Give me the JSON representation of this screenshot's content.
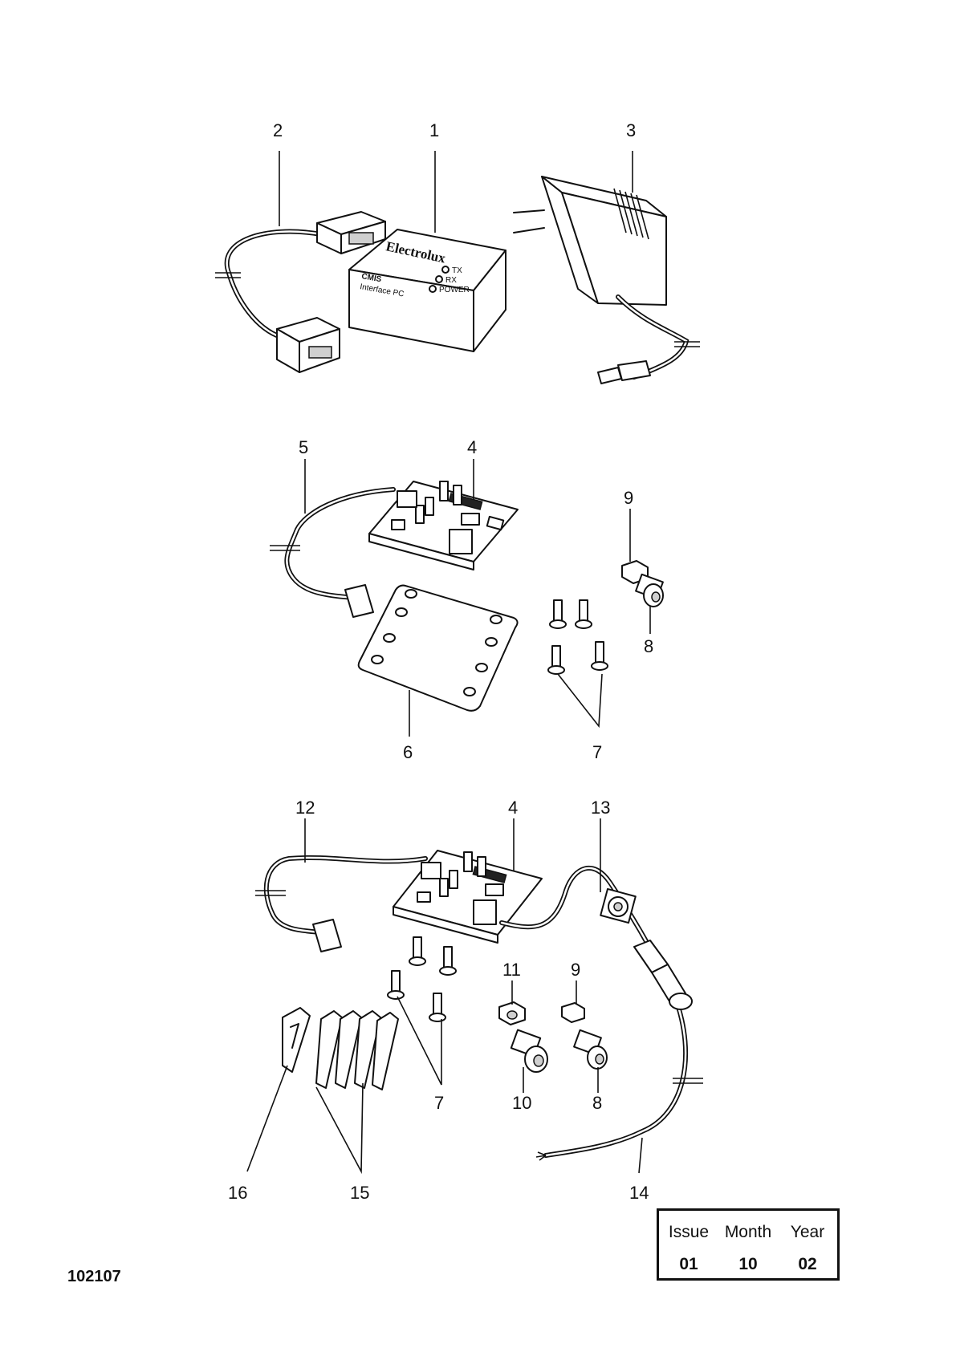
{
  "callouts": {
    "c1": "1",
    "c2": "2",
    "c3": "3",
    "c4a": "4",
    "c5": "5",
    "c6": "6",
    "c7a": "7",
    "c8a": "8",
    "c9a": "9",
    "c12": "12",
    "c4b": "4",
    "c13": "13",
    "c11": "11",
    "c9b": "9",
    "c7b": "7",
    "c10": "10",
    "c8b": "8",
    "c16": "16",
    "c15": "15",
    "c14": "14"
  },
  "interface_box": {
    "brand": "Electrolux",
    "model": "CMIS",
    "subtitle": "Interface PC",
    "leds": [
      "TX",
      "RX",
      "POWER"
    ]
  },
  "drawing_number": "102107",
  "issue_table": {
    "headers": [
      "Issue",
      "Month",
      "Year"
    ],
    "values": [
      "01",
      "10",
      "02"
    ]
  }
}
